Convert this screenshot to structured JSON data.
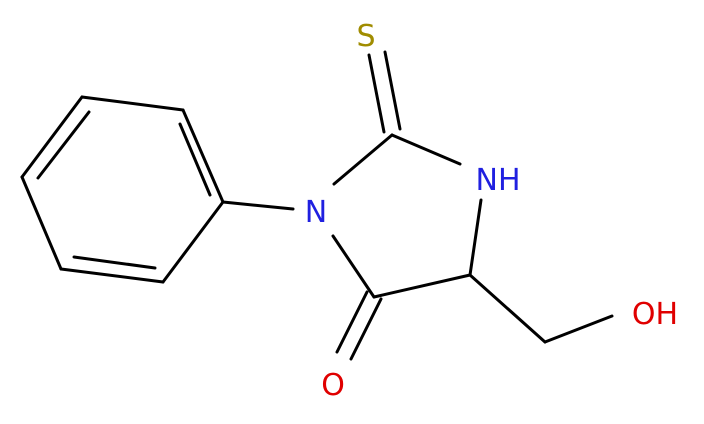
{
  "molecule": {
    "atoms": {
      "sulfur": {
        "symbol": "S",
        "color": "#a08c00"
      },
      "ring_nitrogen": {
        "symbol": "N",
        "color": "#2020e0"
      },
      "nh": {
        "symbol": "NH",
        "color": "#2020e0"
      },
      "carbonyl_oxygen": {
        "symbol": "O",
        "color": "#e00000"
      },
      "hydroxyl": {
        "symbol": "OH",
        "color": "#e00000"
      }
    },
    "colors": {
      "bond": "#000000",
      "background": "#ffffff"
    }
  }
}
